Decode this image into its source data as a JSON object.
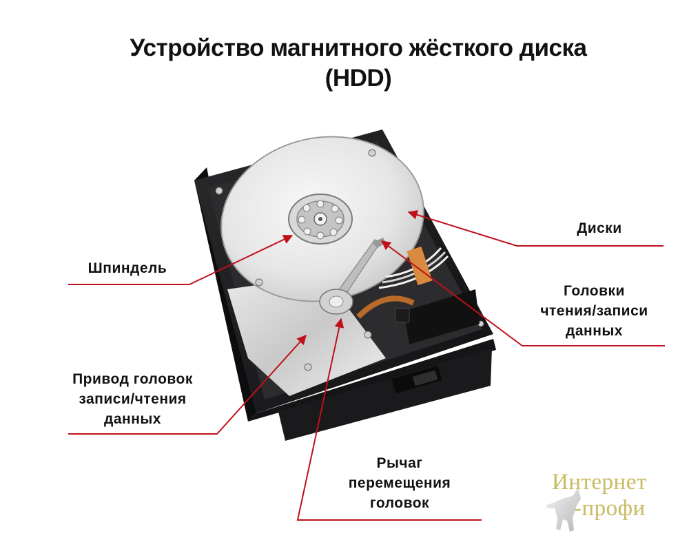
{
  "title": {
    "line1": "Устройство магнитного жёсткого диска",
    "line2": "(HDD)"
  },
  "labels": {
    "disks": "Диски",
    "spindle": "Шпиндель",
    "heads": {
      "line1": "Головки",
      "line2": "чтения/записи",
      "line3": "данных"
    },
    "actuator": {
      "line1": "Привод головок",
      "line2": "записи/чтения",
      "line3": "данных"
    },
    "arm": {
      "line1": "Рычаг",
      "line2": "перемещения",
      "line3": "головок"
    }
  },
  "watermark": {
    "line1": "Интернет",
    "line2": "-профи"
  },
  "colors": {
    "leader_line": "#c0101a",
    "text": "#111111",
    "watermark": "#c9bd6a",
    "drive_body": "#1c1c1e",
    "platter": "#ececec"
  },
  "icons": {
    "device": "hard-disk-drive-photo",
    "logo_mascot": "wolf-silhouette"
  }
}
